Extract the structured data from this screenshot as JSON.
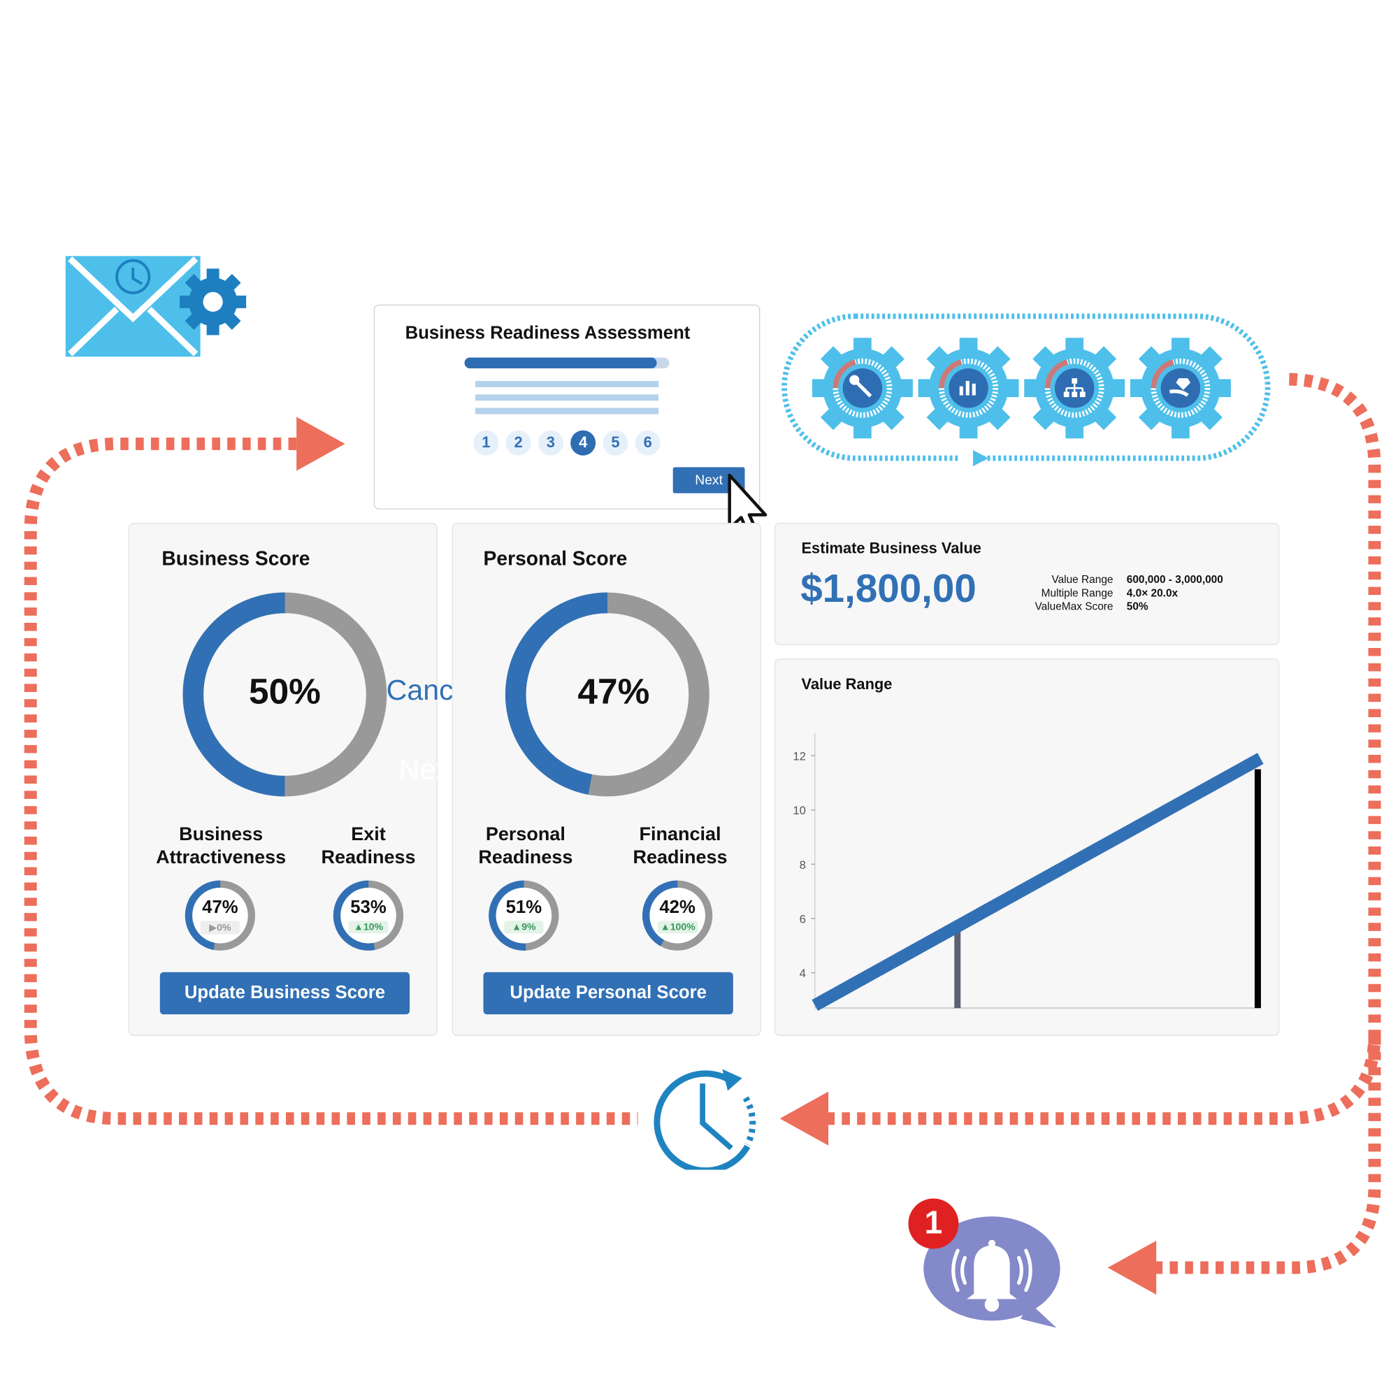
{
  "assessment": {
    "title": "Business Readiness Assessment",
    "steps": [
      "1",
      "2",
      "3",
      "4",
      "5",
      "6"
    ],
    "active_step": 4,
    "next_label": "Next"
  },
  "business_score": {
    "title": "Business Score",
    "value_pct": 50,
    "value_text": "50%",
    "cancel_label": "Cancel",
    "ghost_next_label": "Next",
    "subscores": [
      {
        "label_line1": "Business",
        "label_line2": "Attractiveness",
        "value_pct": 47,
        "value_text": "47%",
        "delta": "▶0%",
        "delta_kind": "neutral"
      },
      {
        "label_line1": "Exit",
        "label_line2": "Readiness",
        "value_pct": 53,
        "value_text": "53%",
        "delta": "▲10%",
        "delta_kind": "up"
      }
    ],
    "button_label": "Update Business Score"
  },
  "personal_score": {
    "title": "Personal Score",
    "value_pct": 47,
    "value_text": "47%",
    "subscores": [
      {
        "label_line1": "Personal",
        "label_line2": "Readiness",
        "value_pct": 51,
        "value_text": "51%",
        "delta": "▲9%",
        "delta_kind": "up"
      },
      {
        "label_line1": "Financial",
        "label_line2": "Readiness",
        "value_pct": 42,
        "value_text": "42%",
        "delta": "▲100%",
        "delta_kind": "up"
      }
    ],
    "button_label": "Update Personal Score"
  },
  "estimate": {
    "title": "Estimate Business Value",
    "value": "$1,800,00",
    "rows": [
      {
        "label": "Value Range",
        "value": "600,000 - 3,000,000"
      },
      {
        "label": "Multiple Range",
        "value": "4.0× 20.0x"
      },
      {
        "label": "ValueMax Score",
        "value": "50%"
      }
    ]
  },
  "chart_data": {
    "type": "line",
    "title": "Value Range",
    "y_ticks": [
      "12",
      "10",
      "8",
      "6",
      "4"
    ],
    "ylim": [
      2.7,
      12.5
    ],
    "xlim": [
      0,
      100
    ],
    "series": [
      {
        "x": [
          0,
          100
        ],
        "y": [
          2.8,
          11.9
        ]
      }
    ],
    "markers": [
      {
        "x": 32,
        "y_top": 5.6
      },
      {
        "x": 100,
        "y_top": 11.5
      }
    ]
  },
  "notification": {
    "count": "1"
  },
  "icons": {
    "gears": [
      "wrench-icon",
      "bar-chart-icon",
      "org-chart-icon",
      "diamond-hand-icon"
    ],
    "accent": "#3170b5",
    "loop_color": "#ec6e5b",
    "gear_color": "#4dbfea"
  }
}
